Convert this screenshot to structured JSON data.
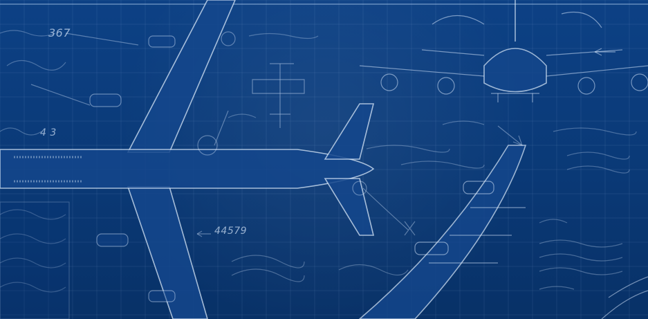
{
  "annotations": {
    "top_left_number": "367",
    "left_middle_number": "4 3",
    "center_number": "44579"
  }
}
